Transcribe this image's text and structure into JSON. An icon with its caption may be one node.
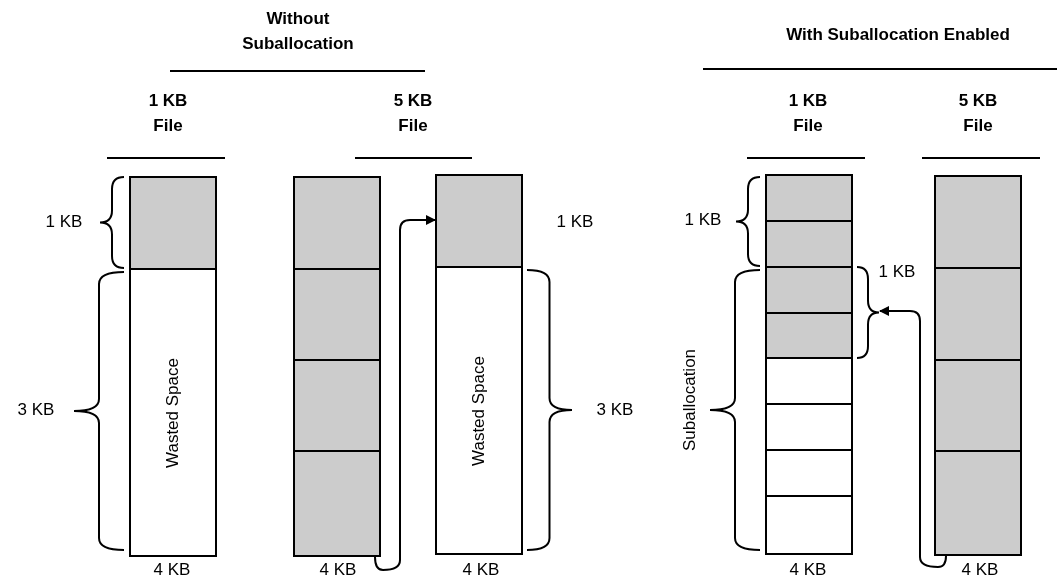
{
  "diagram": {
    "nodes": [
      {
        "text": [],
        "shape": "box"
      },
      {
        "text": [
          "Wasted Space"
        ]
      },
      {
        "text": [],
        "shape": "box"
      },
      {
        "text": [],
        "shape": "box"
      },
      {
        "text": [],
        "shape": "box"
      },
      {
        "text": [],
        "shape": "box"
      },
      {
        "text": [],
        "shape": "box"
      },
      {
        "text": [
          "Wasted Space"
        ]
      },
      {
        "text": [],
        "shape": "box"
      },
      {
        "text": [],
        "shape": "box"
      },
      {
        "text": [],
        "shape": "box"
      },
      {
        "text": [],
        "shape": "box"
      },
      {
        "text": [],
        "shape": "box"
      },
      {
        "text": [],
        "shape": "box"
      },
      {
        "text": [],
        "shape": "box"
      },
      {
        "text": [],
        "shape": "box"
      },
      {
        "text": [],
        "shape": "box"
      },
      {
        "text": [],
        "shape": "box"
      },
      {
        "text": [],
        "shape": "box"
      },
      {
        "text": [],
        "shape": "box"
      }
    ],
    "edges": [
      {
        "from": 5,
        "to": 6,
        "arrow": "to"
      },
      {
        "from": 19,
        "to": 10,
        "arrow": "to"
      }
    ],
    "labels": [
      "Without Suballocation",
      "With Suballocation Enabled",
      "1 KB File",
      "5 KB File",
      "1 KB File",
      "5 KB File",
      "1 KB",
      "1 KB",
      "1 KB",
      "1 KB",
      "3 KB",
      "3 KB",
      "Suballocation",
      "4 KB",
      "4 KB",
      "4 KB",
      "4 KB",
      "4 KB"
    ]
  }
}
